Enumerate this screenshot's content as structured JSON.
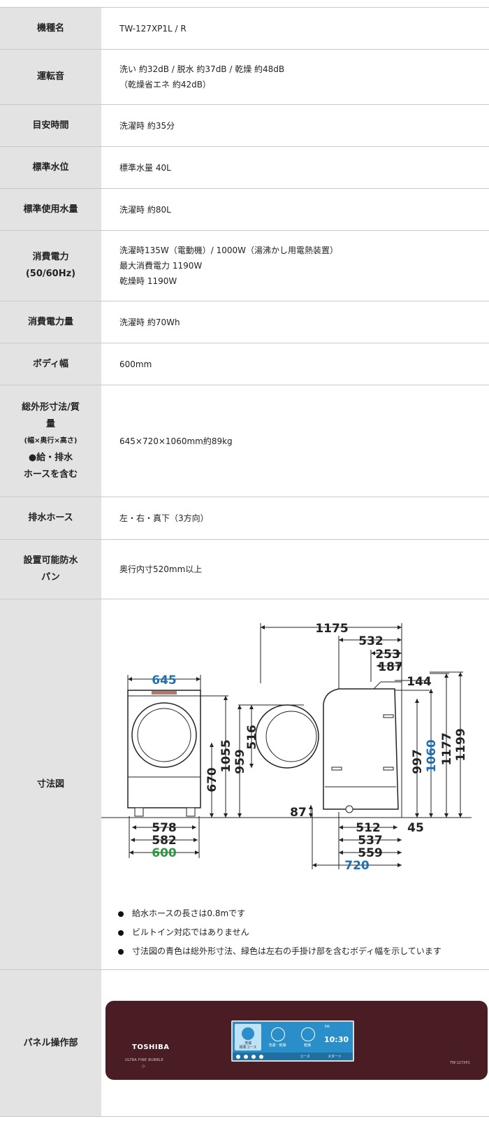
{
  "specs": [
    {
      "label_lines": [
        "機種名"
      ],
      "value_lines": [
        "TW-127XP1L / R"
      ]
    },
    {
      "label_lines": [
        "運転音"
      ],
      "value_lines": [
        "洗い 約32dB / 脱水 約37dB / 乾燥 約48dB",
        "（乾燥省エネ 約42dB）"
      ]
    },
    {
      "label_lines": [
        "目安時間"
      ],
      "value_lines": [
        "洗濯時 約35分"
      ]
    },
    {
      "label_lines": [
        "標準水位"
      ],
      "value_lines": [
        "標準水量 40L"
      ]
    },
    {
      "label_lines": [
        "標準使用水量"
      ],
      "value_lines": [
        "洗濯時 約80L"
      ]
    },
    {
      "label_lines": [
        "消費電力",
        "(50/60Hz)"
      ],
      "value_lines": [
        "洗濯時135W（電動機）/ 1000W（湯沸かし用電熱装置）",
        "最大消費電力 1190W",
        "乾燥時 1190W"
      ]
    },
    {
      "label_lines": [
        "消費電力量"
      ],
      "value_lines": [
        "洗濯時 約70Wh"
      ]
    },
    {
      "label_lines": [
        "ボディ幅"
      ],
      "value_lines": [
        "600mm"
      ]
    },
    {
      "label_lines": [
        "総外形寸法/質",
        "量",
        "(幅×奥行×高さ)",
        "●給・排水",
        "ホースを含む"
      ],
      "value_lines": [
        "645×720×1060mm約89kg"
      ]
    },
    {
      "label_lines": [
        "排水ホース"
      ],
      "value_lines": [
        "左・右・真下（3方向）"
      ]
    },
    {
      "label_lines": [
        "設置可能防水",
        "パン"
      ],
      "value_lines": [
        "奥行内寸520mm以上"
      ]
    }
  ],
  "figure": {
    "label": "寸法図",
    "front_dims": {
      "top_width": "645",
      "h670": "670",
      "h1055": "1055",
      "w578": "578",
      "w582": "582",
      "w600": "600"
    },
    "side_dims": {
      "h516": "516",
      "h959": "959",
      "d1175": "1175",
      "d532": "532",
      "d253": "253",
      "d187": "187",
      "h144": "144",
      "h997": "997",
      "h1060": "1060",
      "h1177": "1177",
      "h1199": "1199",
      "h87": "87",
      "d512": "512",
      "d45": "45",
      "d537": "537",
      "d559": "559",
      "d720": "720"
    },
    "colors": {
      "outer": "#1f6fb0",
      "body": "#2a9b3c",
      "line": "#222222"
    },
    "notes": [
      "給水ホースの長さは0.8mです",
      "ビルトイン対応ではありません",
      "寸法図の青色は総外形寸法、緑色は左右の手掛け部を含むボディ幅を示しています"
    ]
  },
  "panel": {
    "label": "パネル操作部",
    "brand": "TOSHIBA",
    "brand_sub": "ULTRA FINE BUBBLE",
    "model_tag": "TW-127XP1",
    "tiles": [
      {
        "text1": "洗濯",
        "text2": "標準コース"
      },
      {
        "text1": "洗濯・乾燥",
        "text2": ""
      },
      {
        "text1": "乾燥",
        "text2": ""
      }
    ],
    "clock": "10:30",
    "clock_small": "予約",
    "bar_course": "コース",
    "bar_start": "スタート",
    "panel_color": "#4a1d24",
    "screen_color": "#2a8fc9"
  }
}
